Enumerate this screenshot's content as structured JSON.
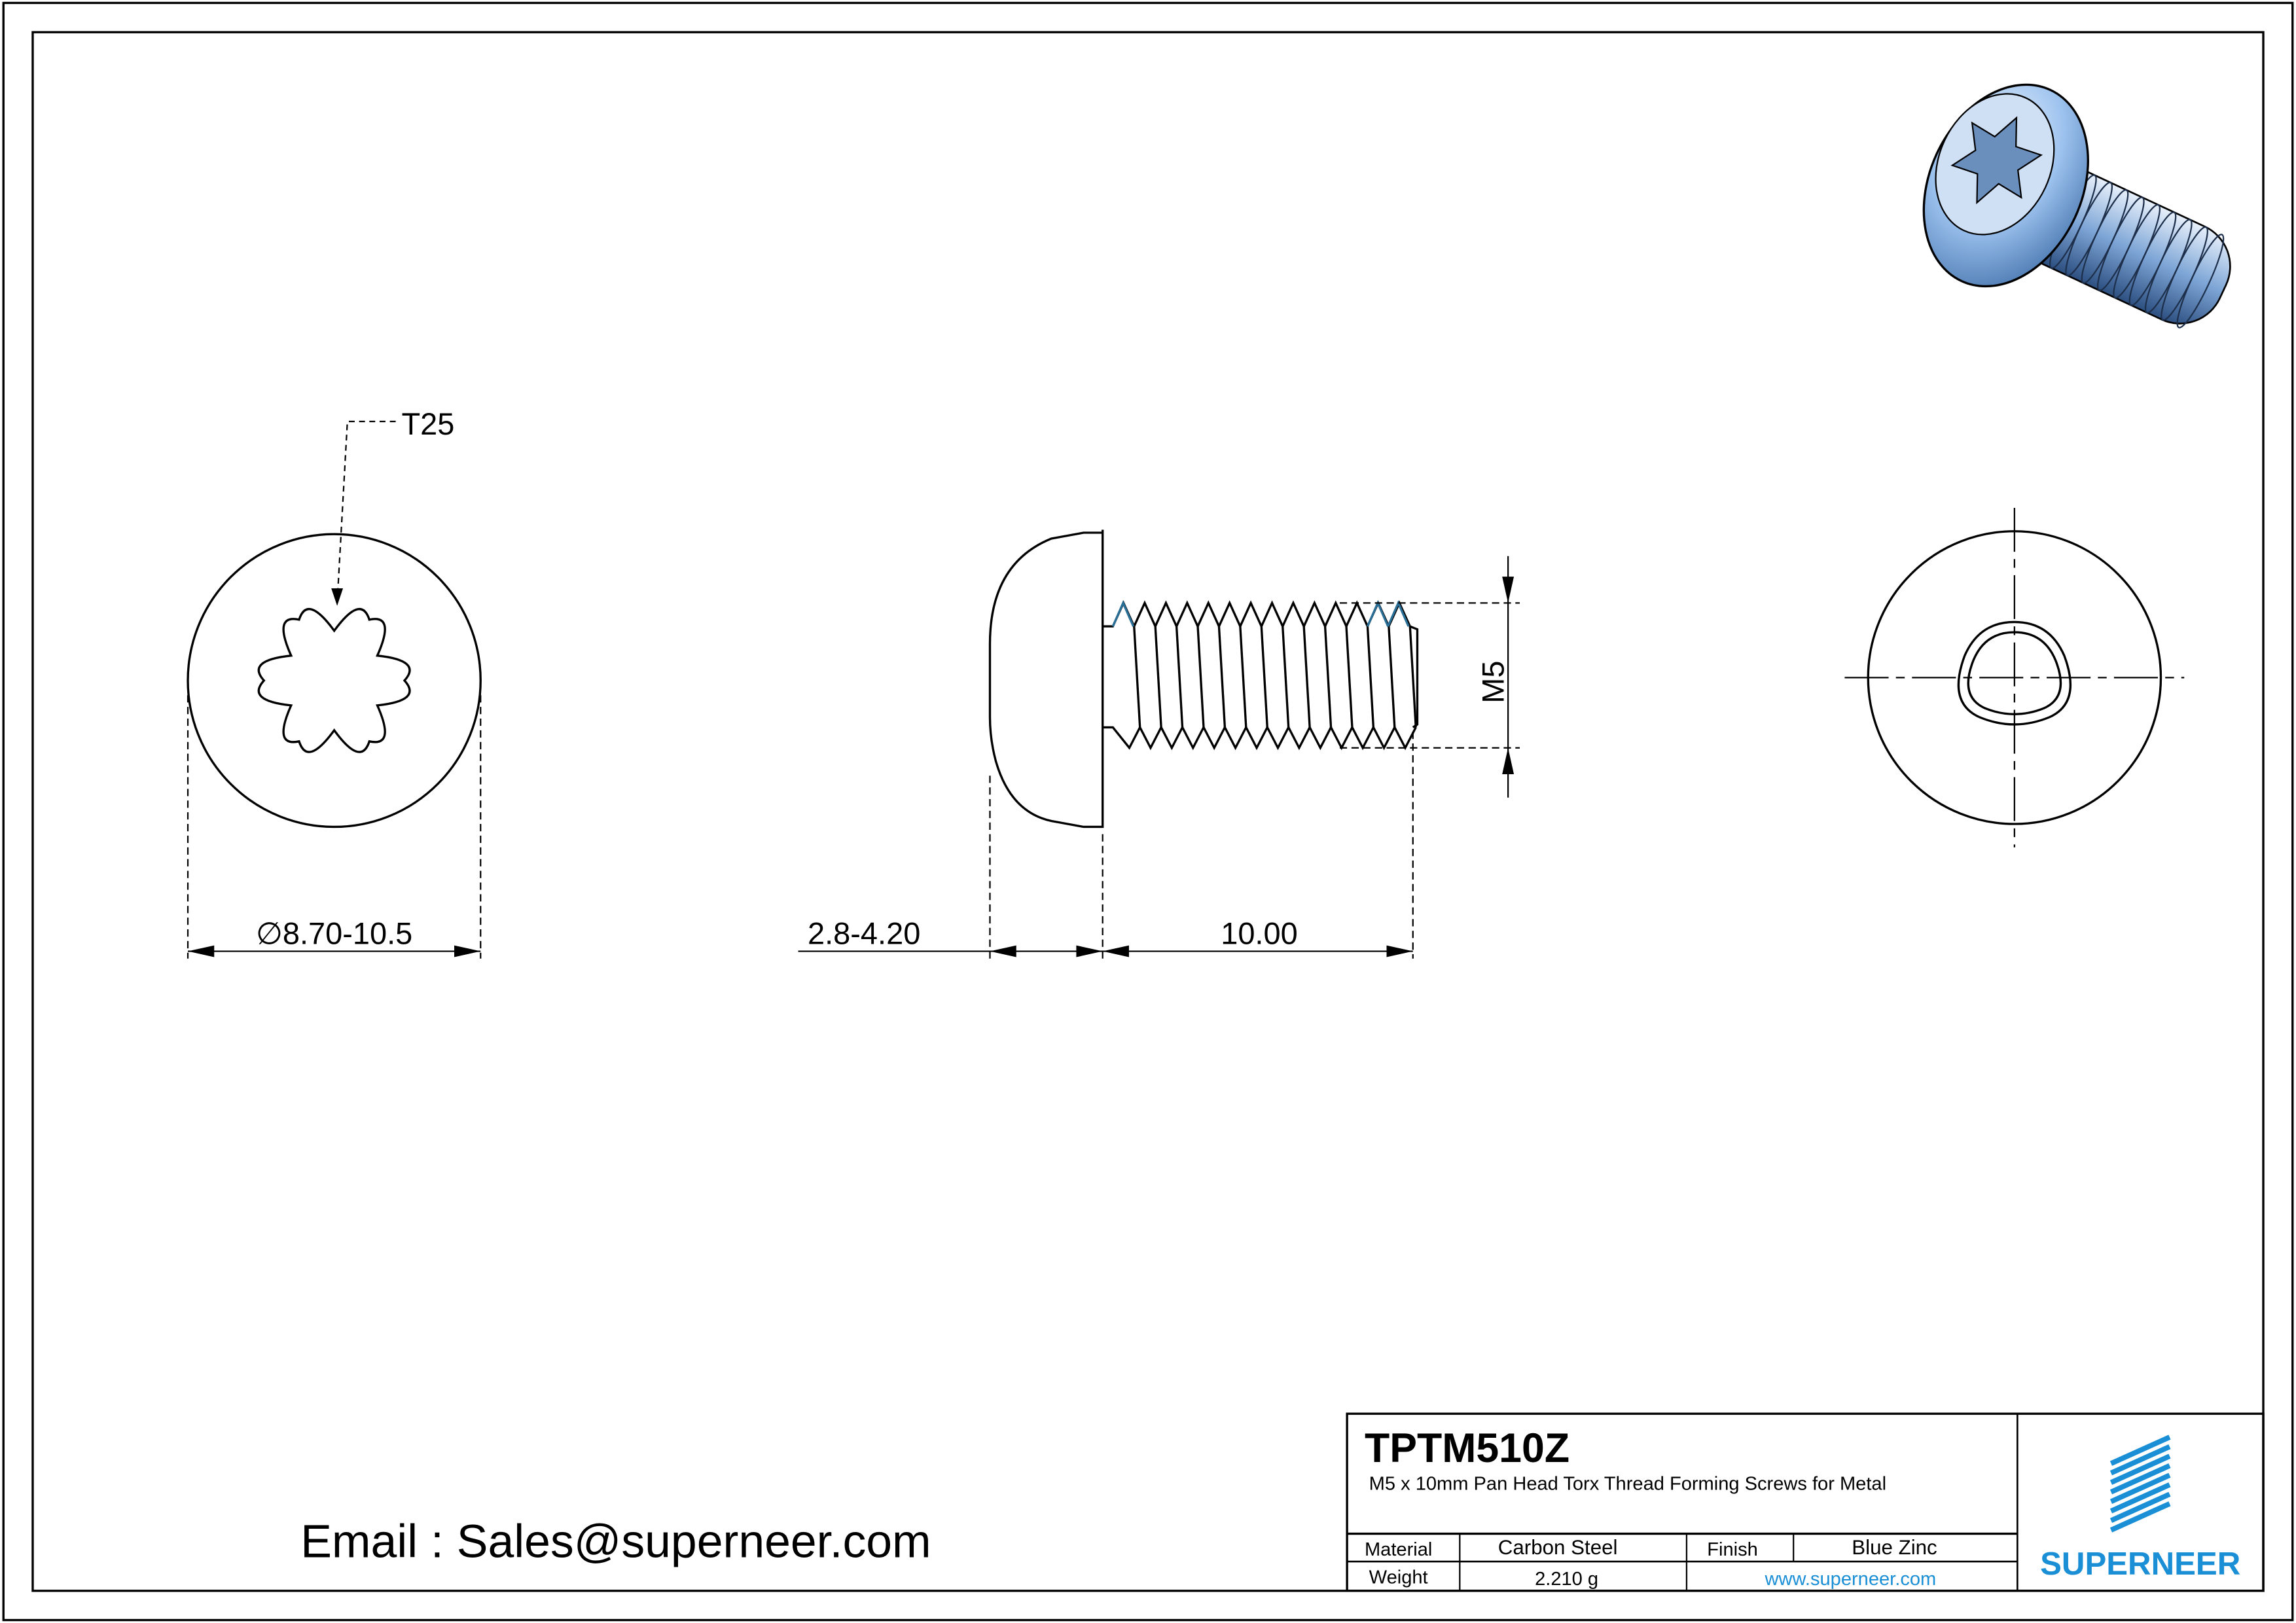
{
  "drawing": {
    "front_view": {
      "drive_label": "T25",
      "diameter_label": "∅8.70-10.5"
    },
    "side_view": {
      "head_height_label": "2.8-4.20",
      "length_label": "10.00",
      "thread_label": "M5"
    },
    "colors": {
      "line": "#000000",
      "thread_tip": "#2a6f97",
      "brand": "#1a8fd6"
    }
  },
  "email": "Email : Sales@superneer.com",
  "title_block": {
    "part_number": "TPTM510Z",
    "description": "M5 x 10mm Pan Head Torx Thread Forming Screws for Metal",
    "material_label": "Material",
    "material_value": "Carbon Steel",
    "finish_label": "Finish",
    "finish_value": "Blue Zinc",
    "weight_label": "Weight",
    "weight_value": "2.210 g",
    "website": "www.superneer.com",
    "brand": "SUPERNEER"
  }
}
